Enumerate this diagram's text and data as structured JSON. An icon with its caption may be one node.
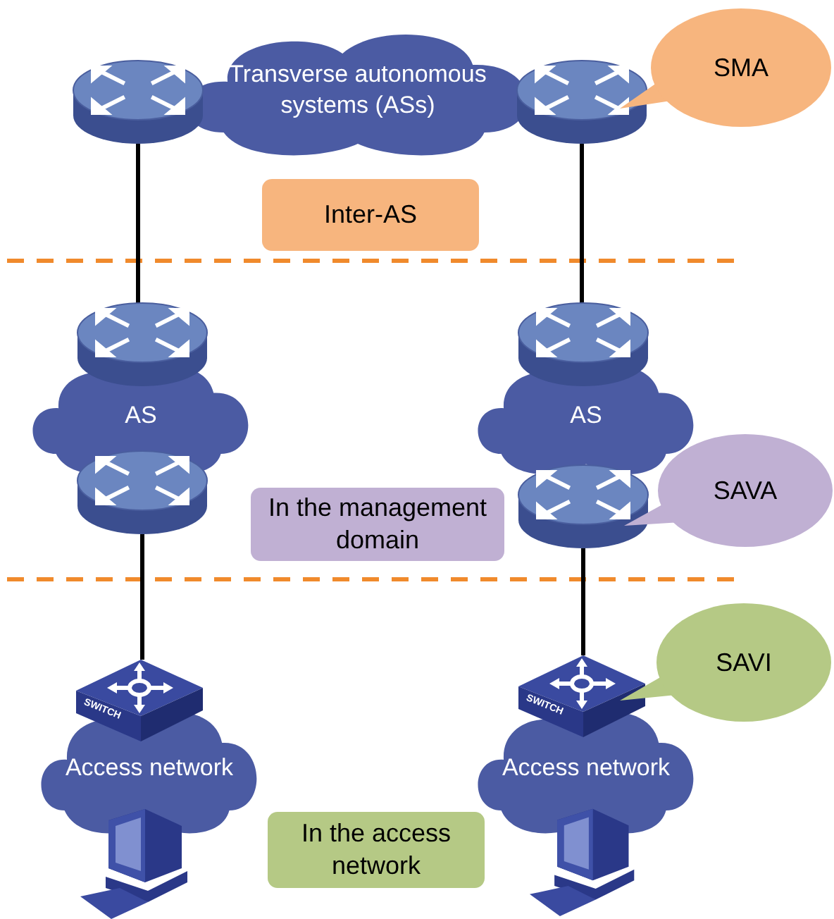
{
  "diagram": {
    "nodes": [
      {
        "text": [
          "Transverse autonomous systems (ASs)"
        ]
      },
      {
        "text": [],
        "shape": "router"
      },
      {
        "text": [],
        "shape": "router"
      },
      {
        "text": [
          "SMA"
        ]
      },
      {
        "text": [
          "Inter-AS"
        ]
      },
      {
        "text": [
          "AS"
        ]
      },
      {
        "text": [],
        "shape": "router"
      },
      {
        "text": [],
        "shape": "router"
      },
      {
        "text": [
          "AS"
        ]
      },
      {
        "text": [],
        "shape": "router"
      },
      {
        "text": [],
        "shape": "router"
      },
      {
        "text": [
          "SAVA"
        ]
      },
      {
        "text": [
          "In the management domain"
        ]
      },
      {
        "text": [
          "Access network"
        ]
      },
      {
        "text": [],
        "shape": "switch"
      },
      {
        "text": [],
        "shape": "computer"
      },
      {
        "text": [
          "Access network"
        ]
      },
      {
        "text": [],
        "shape": "switch"
      },
      {
        "text": [],
        "shape": "computer"
      },
      {
        "text": [
          "SAVI"
        ]
      },
      {
        "text": [
          "In the access network"
        ]
      }
    ],
    "edges": [
      {
        "from": 1,
        "to": 6,
        "arrow": "none"
      },
      {
        "from": 2,
        "to": 9,
        "arrow": "none"
      },
      {
        "from": 7,
        "to": 14,
        "arrow": "none"
      },
      {
        "from": 10,
        "to": 17,
        "arrow": "none"
      }
    ],
    "labels": [
      "SWITCH",
      "SWITCH"
    ]
  }
}
